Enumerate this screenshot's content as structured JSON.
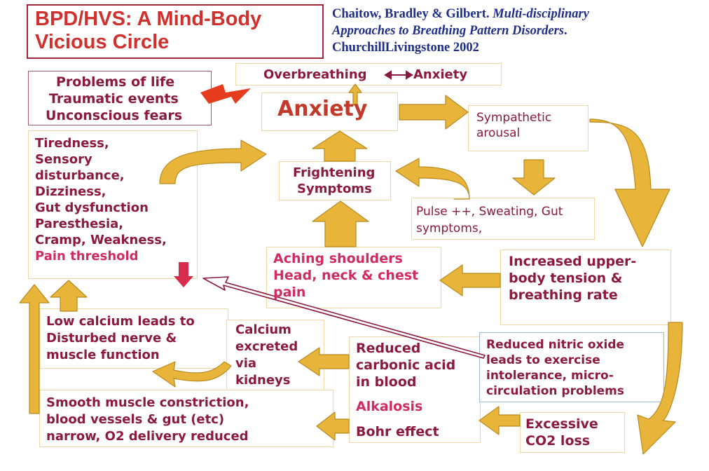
{
  "title": "BPD/HVS: A Mind-Body Vicious Circle",
  "citation": {
    "authors": "Chaitow, Bradley & Gilbert.",
    "book_line1": "Multi-disciplinary",
    "book_line2": "Approaches to Breathing Pattern Disorders",
    "period": ".",
    "publisher": "ChurchillLivingstone 2002"
  },
  "nodes": {
    "overbreathing": {
      "left": "Overbreathing",
      "right": "Anxiety"
    },
    "problems": [
      "Problems of life",
      "Traumatic events",
      "Unconscious fears"
    ],
    "anxiety": "Anxiety",
    "sympathetic": [
      "Sympathetic",
      "arousal"
    ],
    "symptoms_list": [
      "Tiredness,",
      "Sensory",
      "disturbance,",
      "Dizziness,",
      "Gut dysfunction",
      "Paresthesia,",
      "Cramp, Weakness,"
    ],
    "pain_threshold": "Pain threshold",
    "frightening": [
      "Frightening",
      "Symptoms"
    ],
    "pulse": [
      "Pulse ++, Sweating, Gut",
      "symptoms,"
    ],
    "aching": [
      "Aching shoulders",
      "Head, neck & chest",
      "pain"
    ],
    "tension": [
      "Increased upper-",
      "body tension &",
      "breathing rate"
    ],
    "low_calcium": [
      "Low calcium leads to",
      "Disturbed nerve &",
      "muscle function"
    ],
    "calcium": [
      "Calcium",
      "excreted",
      "via",
      "kidneys"
    ],
    "reduced_carbonic": [
      "Reduced",
      "carbonic acid",
      "in blood"
    ],
    "alkalosis": "Alkalosis",
    "bohr": "Bohr effect",
    "nitric": [
      "Reduced nitric oxide",
      "leads to exercise",
      "intolerance, micro-",
      "circulation problems"
    ],
    "smooth": [
      "Smooth muscle constriction,",
      "blood vessels & gut (etc)",
      "narrow, O2 delivery reduced"
    ],
    "co2": [
      "Excessive",
      "CO2 loss"
    ]
  },
  "colors": {
    "arrow_fill": "#e8b53a",
    "arrow_stroke": "#b88a1e",
    "text": "#8b1a3c",
    "highlight": "#d12c62",
    "title": "#d0312d",
    "citation": "#1f2f88",
    "box_border": "#f0d9a8",
    "nitric_border": "#9bbad6",
    "lightning": "#e63c1e",
    "down_arrow": "#d62d4c"
  }
}
